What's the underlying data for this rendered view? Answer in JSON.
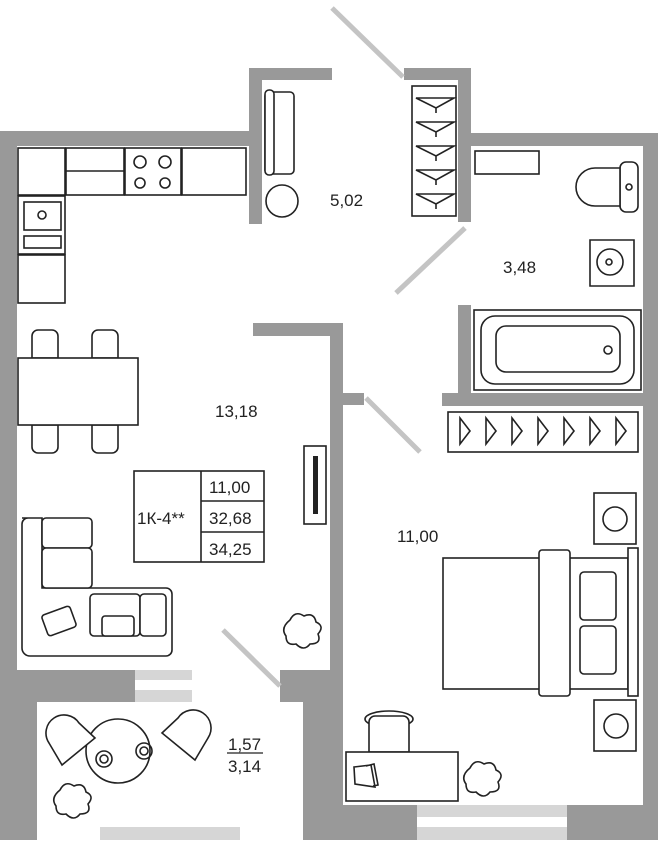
{
  "plan": {
    "rooms": {
      "hall_area": "5,02",
      "bathroom_area": "3,48",
      "kitchen_living_area": "13,18",
      "bedroom_area": "11,00",
      "balcony_area_reduced": "1,57",
      "balcony_area": "3,14"
    },
    "info_box": {
      "type": "1К-4**",
      "living_area": "11,00",
      "total_area": "32,68",
      "total_area_with_balcony": "34,25"
    },
    "colors": {
      "wall": "#999999",
      "window": "#d6d6d6",
      "line": "#222222"
    }
  }
}
